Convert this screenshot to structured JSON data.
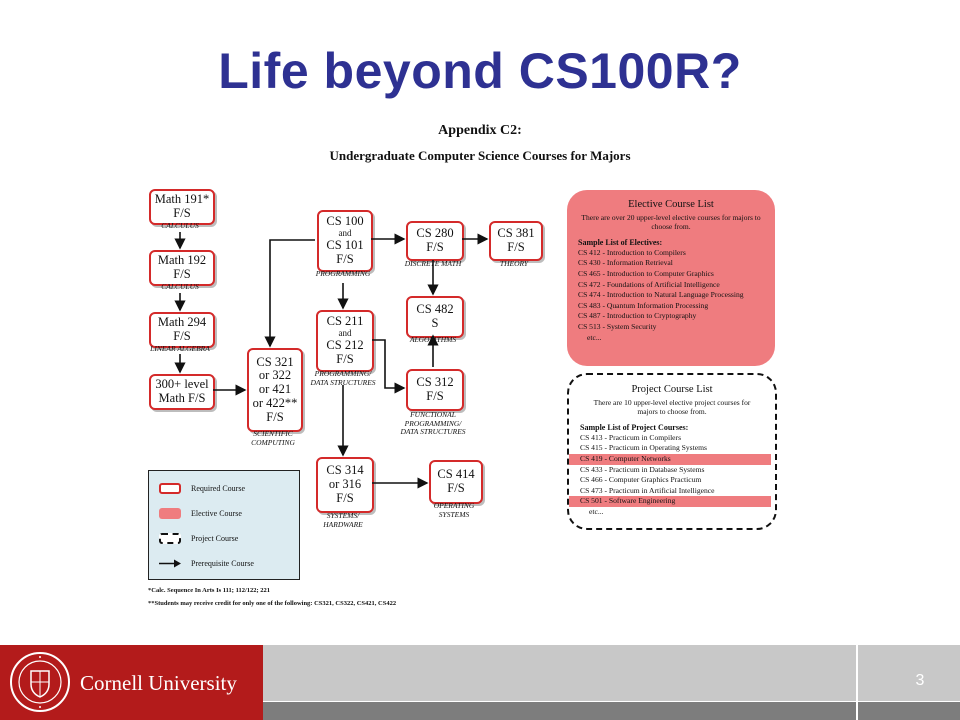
{
  "slide": {
    "title": "Life beyond CS100R?",
    "page_number": "3"
  },
  "appendix": {
    "title": "Appendix C2:",
    "subtitle": "Undergraduate Computer Science Courses for Majors"
  },
  "nodes": {
    "math191": {
      "lines": [
        "Math 191*",
        "F/S"
      ],
      "caption": [
        "CALCULUS"
      ]
    },
    "math192": {
      "lines": [
        "Math 192",
        "F/S"
      ],
      "caption": [
        "CALCULUS"
      ]
    },
    "math294": {
      "lines": [
        "Math 294",
        "F/S"
      ],
      "caption": [
        "LINEAR ALGEBRA"
      ]
    },
    "math300": {
      "lines": [
        "300+ level",
        "Math F/S"
      ]
    },
    "cs321": {
      "lines": [
        "CS 321",
        "or 322",
        "or 421",
        "or 422**",
        "F/S"
      ],
      "caption": [
        "SCIENTIFIC",
        "COMPUTING"
      ]
    },
    "cs100": {
      "lines": [
        "CS 100",
        "and",
        "CS 101",
        "F/S"
      ],
      "caption": [
        "PROGRAMMING"
      ]
    },
    "cs280": {
      "lines": [
        "CS 280",
        "F/S"
      ],
      "caption": [
        "DISCRETE MATH"
      ]
    },
    "cs381": {
      "lines": [
        "CS 381",
        "F/S"
      ],
      "caption": [
        "THEORY"
      ]
    },
    "cs211": {
      "lines": [
        "CS 211",
        "and",
        "CS 212",
        "F/S"
      ],
      "caption": [
        "PROGRAMMING/",
        "DATA STRUCTURES"
      ]
    },
    "cs482": {
      "lines": [
        "CS 482",
        "S"
      ],
      "caption": [
        "ALGORITHMS"
      ]
    },
    "cs312": {
      "lines": [
        "CS 312",
        "F/S"
      ],
      "caption": [
        "FUNCTIONAL",
        "PROGRAMMING/",
        "DATA STRUCTURES"
      ]
    },
    "cs314": {
      "lines": [
        "CS 314",
        "or 316",
        "F/S"
      ],
      "caption": [
        "SYSTEMS/",
        "HARDWARE"
      ]
    },
    "cs414": {
      "lines": [
        "CS 414",
        "F/S"
      ],
      "caption": [
        "OPERATING",
        "SYSTEMS"
      ]
    }
  },
  "elective": {
    "heading": "Elective Course List",
    "intro": "There are over 20 upper-level elective courses for majors to choose from.",
    "sample_heading": "Sample List of Electives:",
    "courses": [
      "CS 412 - Introduction to Compilers",
      "CS 430 - Information Retrieval",
      "CS 465 - Introduction to Computer Graphics",
      "CS 472 - Foundations of Artificial Intelligence",
      "CS 474 - Introduction to Natural Language Processing",
      "CS 483 - Quantum Information Processing",
      "CS 487 - Introduction to Cryptography",
      "CS 513 - System Security"
    ],
    "etc": "etc..."
  },
  "project": {
    "heading": "Project Course List",
    "intro": "There are 10 upper-level elective project courses for majors to choose from.",
    "sample_heading": "Sample List of Project Courses:",
    "courses": [
      "CS 413 - Practicum in Compilers",
      "CS 415 - Practicum in Operating Systems",
      "CS 419 - Computer Networks",
      "CS 433 - Practicum in Database Systems",
      "CS 466 - Computer Graphics Practicum",
      "CS 473 - Practicum in Artificial Intelligence",
      "CS 501 - Software Engineering"
    ],
    "highlighted": [
      "CS 419 - Computer Networks",
      "CS 501 - Software Engineering"
    ],
    "etc": "etc..."
  },
  "legend": {
    "required": "Required Course",
    "elective": "Elective Course",
    "project": "Project Course",
    "prerequisite": "Prerequisite Course"
  },
  "notes": {
    "note1": "*Calc. Sequence In Arts Is 111; 112/122; 221",
    "note2": "**Students may receive credit for only one of the following: CS321, CS322, CS421, CS422"
  },
  "footer": {
    "brand": "Cornell University"
  },
  "colors": {
    "title": "#2e3192",
    "required_border": "#d42a2a",
    "elective_fill": "#ef7c7f",
    "brand_red": "#b31b1b",
    "legend_bg": "#dcebf1"
  }
}
